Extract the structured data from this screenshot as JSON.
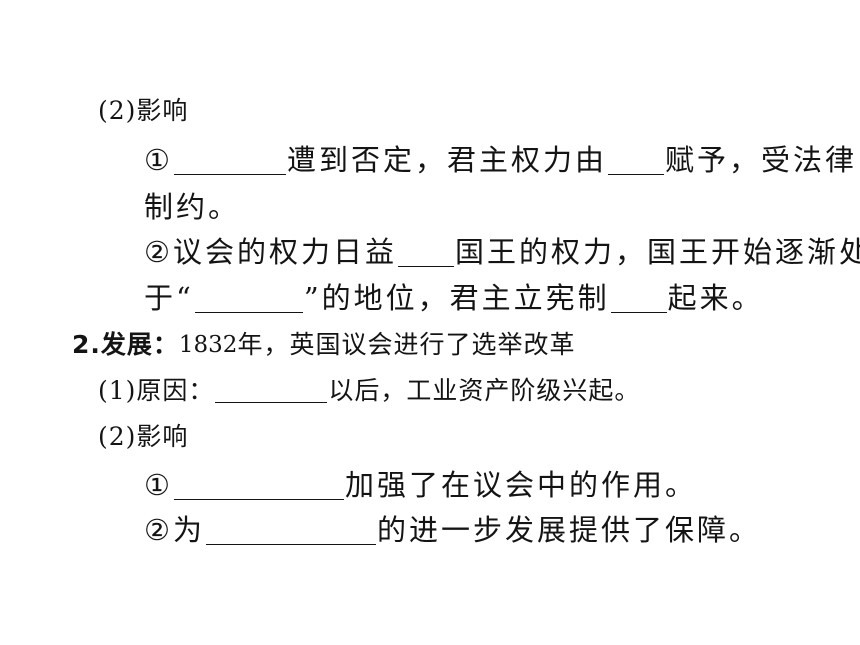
{
  "section_1_impact": {
    "label": "(2)影响",
    "item1_marker": "①",
    "item1_text_a": "遭到否定，君主权力由",
    "item1_text_b": "赋予，受法律",
    "item1_text_c": "制约。",
    "item2_marker": "②",
    "item2_text_a": "议会的权力日益",
    "item2_text_b": "国王的权力，国王开始逐渐处",
    "item2_text_c": "于“",
    "item2_text_d": "”的地位，君主立宪制",
    "item2_text_e": "起来。"
  },
  "section_2": {
    "heading": "2.发展：",
    "year": "1832",
    "heading_rest": " 年，英国议会进行了选举改革",
    "cause_label": "(1)原因：",
    "cause_text": "以后，工业资产阶级兴起。",
    "impact_label": "(2)影响",
    "impact1_marker": "①",
    "impact1_text": "加强了在议会中的作用。",
    "impact2_marker": "②",
    "impact2_text_a": "为",
    "impact2_text_b": "的进一步发展提供了保障。"
  }
}
